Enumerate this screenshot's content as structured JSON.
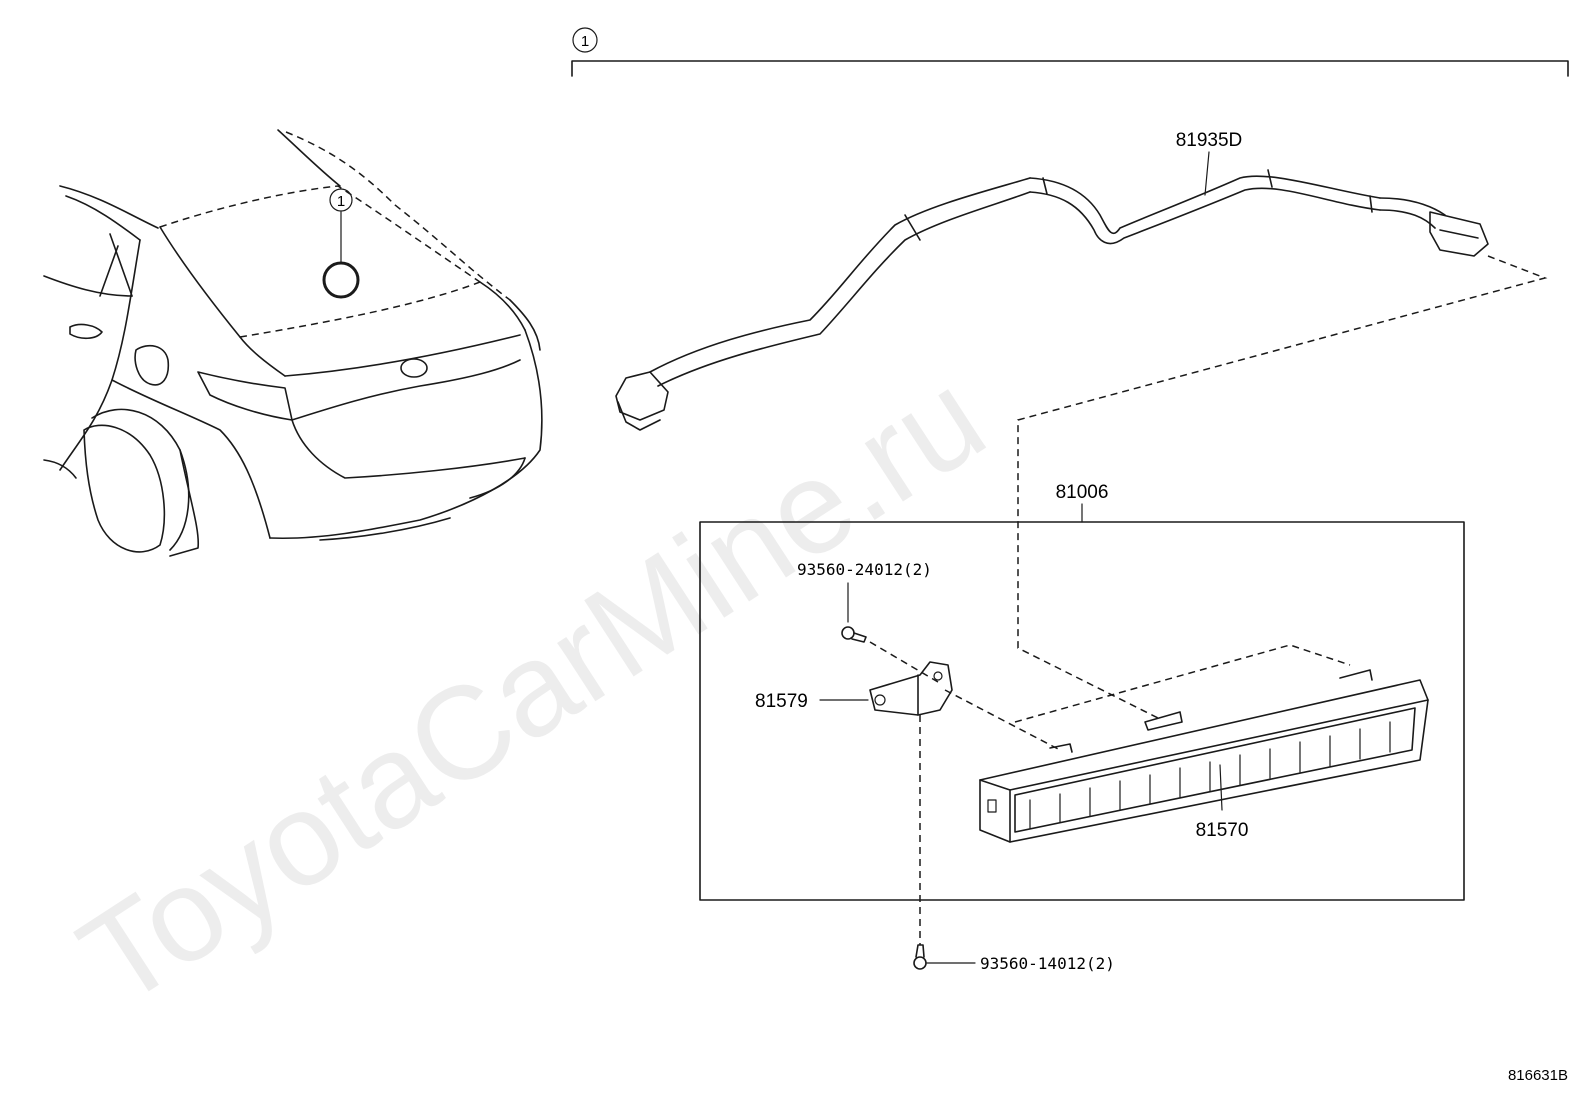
{
  "diagram": {
    "callout_marker": "1",
    "parts": {
      "harness": "81935D",
      "assembly": "81006",
      "screw_upper": "93560-24012(2)",
      "bracket": "81579",
      "lamp": "81570",
      "screw_lower": "93560-14012(2)"
    },
    "watermark": "ToyotaCarMine.ru",
    "figure_code": "816631B"
  }
}
